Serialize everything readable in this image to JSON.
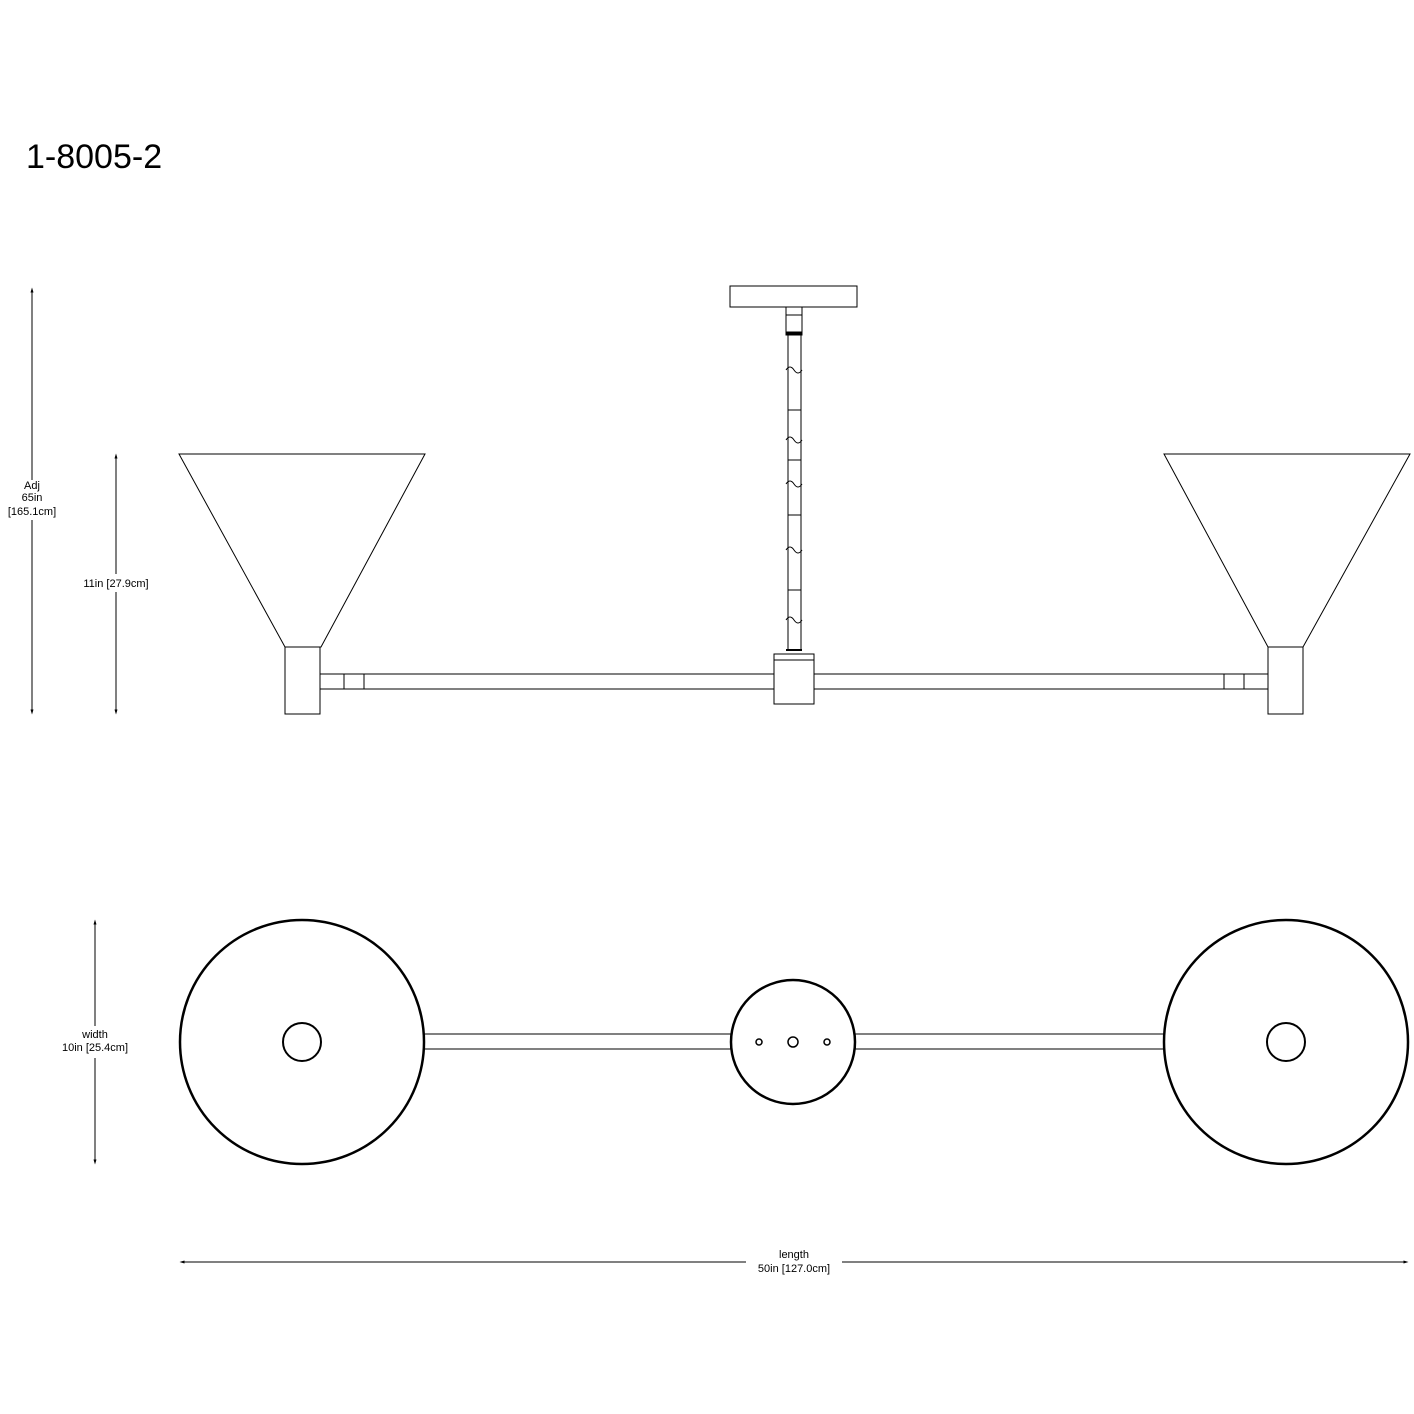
{
  "title": "1-8005-2",
  "dimensions": {
    "overall_height": {
      "line1": "Adj",
      "line2": "65in",
      "line3": "[165.1cm]"
    },
    "shade_height": {
      "text": "11in [27.9cm]"
    },
    "width": {
      "line1": "width",
      "line2": "10in [25.4cm]"
    },
    "length": {
      "line1": "length",
      "line2": "50in [127.0cm]"
    }
  },
  "colors": {
    "line": "#000000",
    "background": "#ffffff"
  }
}
